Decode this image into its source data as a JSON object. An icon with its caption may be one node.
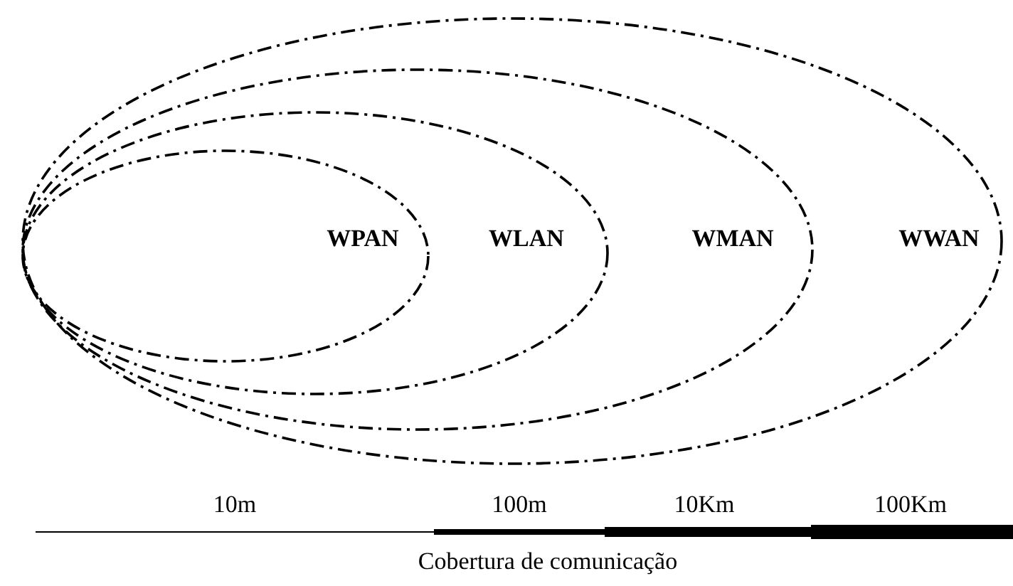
{
  "diagram": {
    "nodes": [
      {
        "text": [
          "WWAN"
        ]
      },
      {
        "text": [
          "WMAN"
        ],
        "in": 0
      },
      {
        "text": [
          "WLAN"
        ],
        "in": 1
      },
      {
        "text": [
          "WPAN"
        ],
        "in": 2
      }
    ],
    "labels": [
      "10m",
      "100m",
      "10Km",
      "100Km",
      "Cobertura de comunicação"
    ]
  }
}
